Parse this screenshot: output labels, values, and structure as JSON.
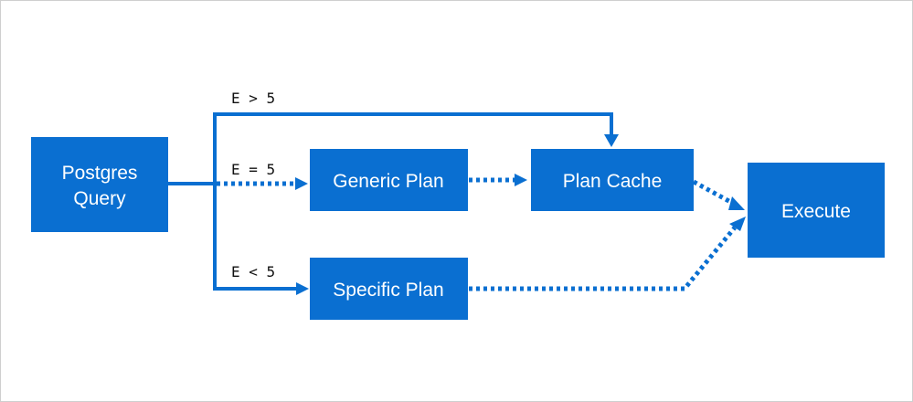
{
  "colors": {
    "box": "#0A6FD1",
    "accent": "#0A6FD1"
  },
  "nodes": {
    "postgres_query": [
      "Postgres",
      "Query"
    ],
    "generic_plan": "Generic Plan",
    "plan_cache": "Plan Cache",
    "specific_plan": "Specific Plan",
    "execute": "Execute"
  },
  "edges": {
    "gt": {
      "label": "E > 5",
      "style": "solid"
    },
    "eq": {
      "label": "E = 5",
      "style": "dotted"
    },
    "lt": {
      "label": "E < 5",
      "style": "solid"
    },
    "generic_to_cache": {
      "style": "dotted"
    },
    "cache_to_execute": {
      "style": "dotted"
    },
    "specific_to_execute": {
      "style": "dotted"
    }
  }
}
